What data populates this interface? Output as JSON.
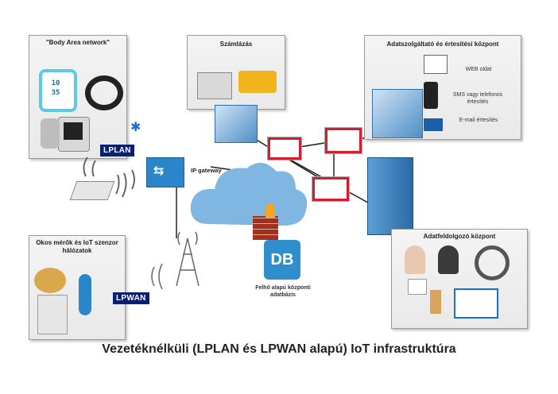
{
  "caption": "Vezetéknélküli (LPLAN és LPWAN alapú) IoT infrastruktúra",
  "panels": {
    "ban": {
      "title": "\"Body Area network\""
    },
    "billing": {
      "title": "Számlázás"
    },
    "provider": {
      "title": "Adatszolgáltató és értesítési központ",
      "items": [
        "WEB oldal",
        "SMS vagy telefonos értesítés",
        "E-mail értesítés"
      ]
    },
    "sensors": {
      "title": "Okos mérők és IoT szenzor hálózatok"
    },
    "processing": {
      "title": "Adatfeldolgozó központ"
    }
  },
  "tags": {
    "lplan": "LPLAN",
    "lpwan": "LPWAN"
  },
  "labels": {
    "ip_gateway": "IP gateway",
    "watch_display": "10 35",
    "db": "DB",
    "db_caption": "Felhő alapú központi adatbázis"
  },
  "colors": {
    "tag_bg": "#0a1f6e",
    "cloud": "#7fb6e2",
    "db": "#2f8fcc",
    "firewall": "#d11f2f",
    "gateway": "#2a86c9"
  }
}
